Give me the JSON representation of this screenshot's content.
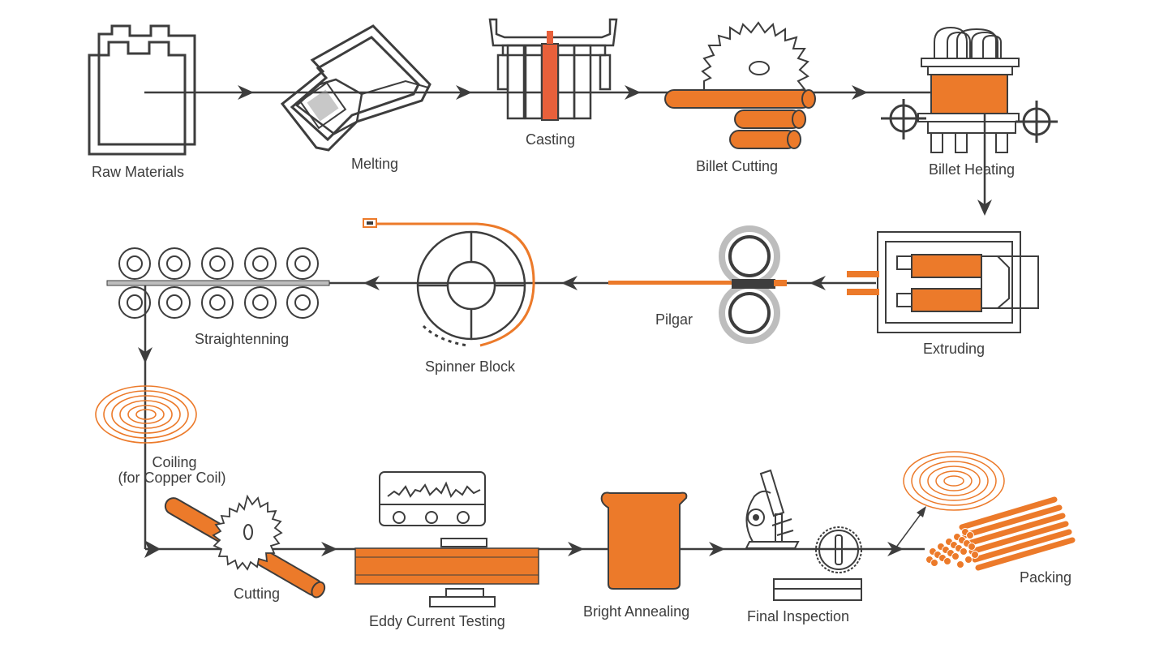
{
  "colors": {
    "line": "#3d3d3d",
    "accent": "#ec7a2a",
    "accent_dark": "#e8603b",
    "gray": "#bdbdbd"
  },
  "steps": {
    "raw_materials": "Raw Materials",
    "melting": "Melting",
    "casting": "Casting",
    "billet_cutting": "Billet Cutting",
    "billet_heating": "Billet Heating",
    "extruding": "Extruding",
    "pilgar": "Pilgar",
    "spinner_block": "Spinner Block",
    "straightenning": "Straightenning",
    "coiling_line1": "Coiling",
    "coiling_line2": "(for Copper Coil)",
    "cutting": "Cutting",
    "eddy_current_testing": "Eddy Current Testing",
    "bright_annealing": "Bright Annealing",
    "final_inspection": "Final Inspection",
    "packing": "Packing"
  }
}
